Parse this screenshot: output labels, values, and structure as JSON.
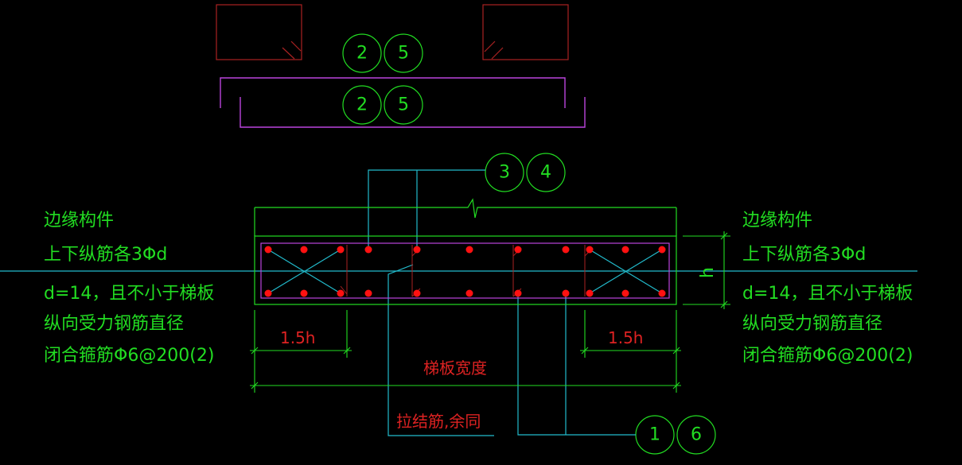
{
  "callouts": {
    "top_pair_1": [
      "2",
      "5"
    ],
    "top_pair_2": [
      "2",
      "5"
    ],
    "mid_pair": [
      "3",
      "4"
    ],
    "bottom_pair": [
      "1",
      "6"
    ]
  },
  "left_notes": {
    "title": "边缘构件",
    "line1": "上下纵筋各3Φd",
    "line2": "d=14，且不小于梯板",
    "line3": "纵向受力钢筋直径",
    "line4": "闭合箍筋Φ6@200(2)"
  },
  "right_notes": {
    "title": "边缘构件",
    "line1": "上下纵筋各3Φd",
    "line2": "d=14，且不小于梯板",
    "line3": "纵向受力钢筋直径",
    "line4": "闭合箍筋Φ6@200(2)"
  },
  "dims": {
    "left_len": "1.5h",
    "right_len": "1.5h",
    "total_width": "梯板宽度",
    "height": "h"
  },
  "tie_note": "拉结筋,余同",
  "colors": {
    "background": "#000000",
    "green": "#22dd22",
    "cyan": "#22bbcc",
    "red": "#ff1111",
    "magenta": "#bb44dd",
    "darkred": "#aa2222"
  }
}
